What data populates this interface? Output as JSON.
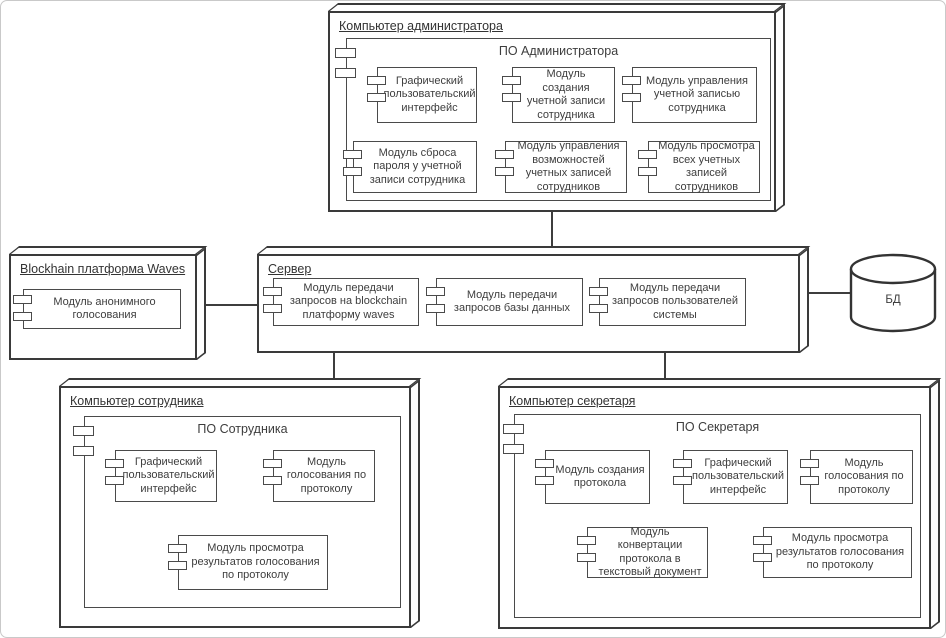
{
  "palette": {
    "line": "#3d3d3d",
    "background": "#ffffff",
    "text": "#3d3d3d"
  },
  "nodes": {
    "admin": {
      "label": "Компьютер администратора",
      "software": "ПО Администратора",
      "components": [
        "Графический пользовательский интерфейс",
        "Модуль создания учетной записи сотрудника",
        "Модуль управления учетной записью сотрудника",
        "Модуль сброса пароля у учетной записи сотрудника",
        "Модуль управления возможностей учетных записей сотрудников",
        "Модуль просмотра всех учетных записей сотрудников"
      ]
    },
    "waves": {
      "label": "Blockhain платформа Waves",
      "components": [
        "Модуль анонимного голосования"
      ]
    },
    "server": {
      "label": "Сервер",
      "components": [
        "Модуль передачи запросов на blockchain платформу waves",
        "Модуль передачи запросов базы данных",
        "Модуль передачи запросов пользователей системы"
      ]
    },
    "db": {
      "label": "БД"
    },
    "employee": {
      "label": "Компьютер сотрудника",
      "software": "ПО Сотрудника",
      "components": [
        "Графический пользовательский интерфейс",
        "Модуль голосования по протоколу",
        "Модуль просмотра результатов голосования по протоколу"
      ]
    },
    "secretary": {
      "label": "Компьютер секретаря",
      "software": "ПО Секретаря",
      "components": [
        "Модуль создания протокола",
        "Графический пользовательский интерфейс",
        "Модуль голосования по протоколу",
        "Модуль конвертации протокола в текстовый документ",
        "Модуль просмотра результатов голосования по протоколу"
      ]
    }
  }
}
